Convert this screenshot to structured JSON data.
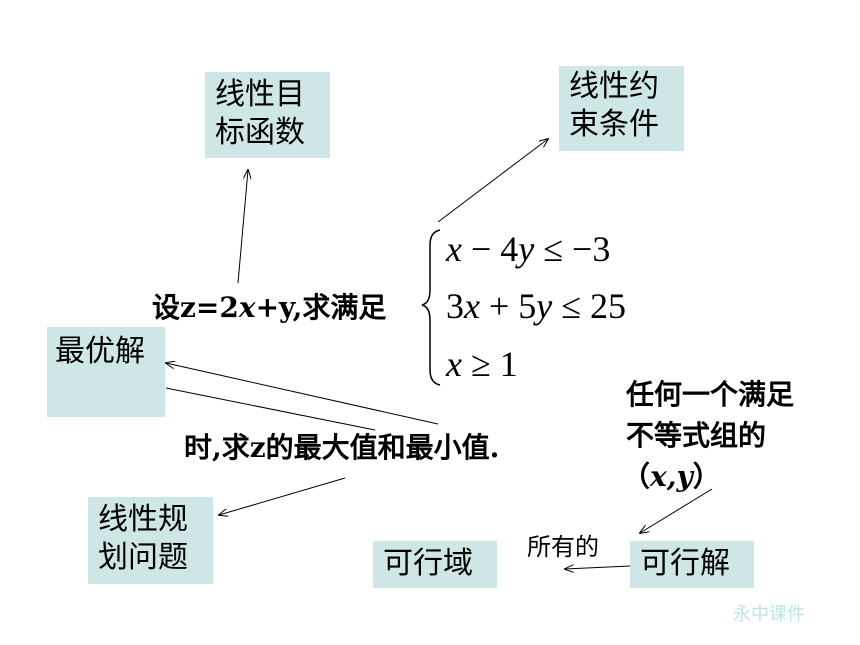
{
  "boxes": {
    "objective_function": [
      "线性目",
      "标函数"
    ],
    "linear_constraints": [
      "线性约",
      "束条件"
    ],
    "optimal_solution": [
      "最优解"
    ],
    "linear_programming": [
      "线性规",
      "划问题"
    ],
    "feasible_region": [
      "可行域"
    ],
    "feasible_solution": [
      "可行解"
    ]
  },
  "problem": {
    "line1_prefix": "设",
    "line1_expr_a": "z=2",
    "line1_expr_x": "x",
    "line1_expr_b": "+y,",
    "line1_suffix": "求满足",
    "line2": "时,求z的最大值和最小值."
  },
  "constraints": {
    "c1": {
      "a": "x",
      "b": " − 4",
      "c": "y",
      "d": " ≤ −3"
    },
    "c2": {
      "a": "3",
      "b": "x",
      "c": " + 5",
      "d": "y",
      "e": " ≤ 25"
    },
    "c3": {
      "a": "x",
      "b": " ≥ 1"
    }
  },
  "note": {
    "line1": "任何一个满足",
    "line2": "不等式组的",
    "line3_open": "（",
    "line3_vars": "x,y",
    "line3_close": "）"
  },
  "all_label": "所有的",
  "watermark": "永中课件",
  "colors": {
    "box_fill": "#cfe6e6",
    "watermark": "#bfe3e3"
  }
}
